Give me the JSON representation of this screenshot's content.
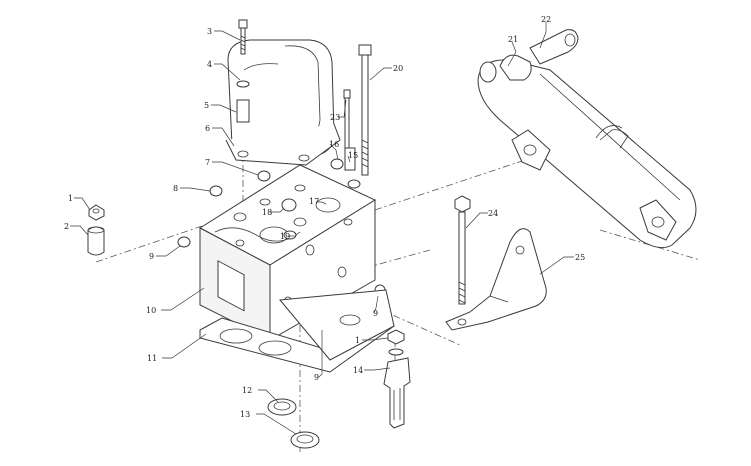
{
  "diagram": {
    "callouts": [
      {
        "id": "c1a",
        "label": "1"
      },
      {
        "id": "c2",
        "label": "2"
      },
      {
        "id": "c3",
        "label": "3"
      },
      {
        "id": "c4",
        "label": "4"
      },
      {
        "id": "c5",
        "label": "5"
      },
      {
        "id": "c6",
        "label": "6"
      },
      {
        "id": "c7",
        "label": "7"
      },
      {
        "id": "c8",
        "label": "8"
      },
      {
        "id": "c9a",
        "label": "9"
      },
      {
        "id": "c9b",
        "label": "9"
      },
      {
        "id": "c9c",
        "label": "9"
      },
      {
        "id": "c10",
        "label": "10"
      },
      {
        "id": "c11",
        "label": "11"
      },
      {
        "id": "c12",
        "label": "12"
      },
      {
        "id": "c13",
        "label": "13"
      },
      {
        "id": "c14",
        "label": "14"
      },
      {
        "id": "c15",
        "label": "15"
      },
      {
        "id": "c16",
        "label": "16"
      },
      {
        "id": "c17",
        "label": "17"
      },
      {
        "id": "c18",
        "label": "18"
      },
      {
        "id": "c19",
        "label": "19"
      },
      {
        "id": "c20",
        "label": "20"
      },
      {
        "id": "c21",
        "label": "21"
      },
      {
        "id": "c22",
        "label": "22"
      },
      {
        "id": "c23",
        "label": "23"
      },
      {
        "id": "c24",
        "label": "24"
      },
      {
        "id": "c25",
        "label": "25"
      },
      {
        "id": "c1b",
        "label": "1"
      }
    ]
  }
}
